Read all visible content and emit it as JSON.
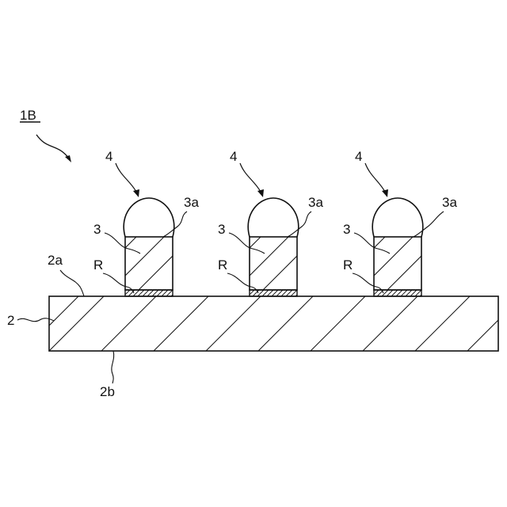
{
  "figure_label": "1B",
  "substrate": {
    "label": "2",
    "top_surface_label": "2a",
    "bottom_surface_label": "2b"
  },
  "bumps": [
    {
      "bump_label": "4",
      "pillar_label": "3",
      "top_label": "3a",
      "layer_label": "R"
    },
    {
      "bump_label": "4",
      "pillar_label": "3",
      "top_label": "3a",
      "layer_label": "R"
    },
    {
      "bump_label": "4",
      "pillar_label": "3",
      "top_label": "3a",
      "layer_label": "R"
    }
  ],
  "colors": {
    "line": "#111111",
    "background": "#ffffff"
  }
}
